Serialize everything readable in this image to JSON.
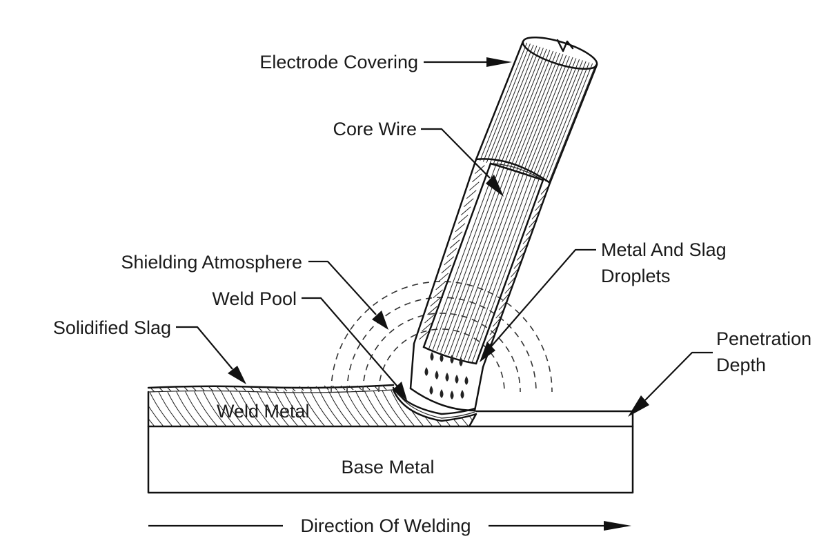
{
  "labels": {
    "electrode_covering": "Electrode Covering",
    "core_wire": "Core Wire",
    "shielding_atmosphere": "Shielding Atmosphere",
    "weld_pool": "Weld Pool",
    "solidified_slag": "Solidified Slag",
    "metal_and_slag_droplets_line1": "Metal And Slag",
    "metal_and_slag_droplets_line2": "Droplets",
    "penetration_depth_line1": "Penetration",
    "penetration_depth_line2": "Depth",
    "weld_metal": "Weld Metal",
    "base_metal": "Base Metal",
    "direction_of_welding": "Direction Of Welding"
  }
}
